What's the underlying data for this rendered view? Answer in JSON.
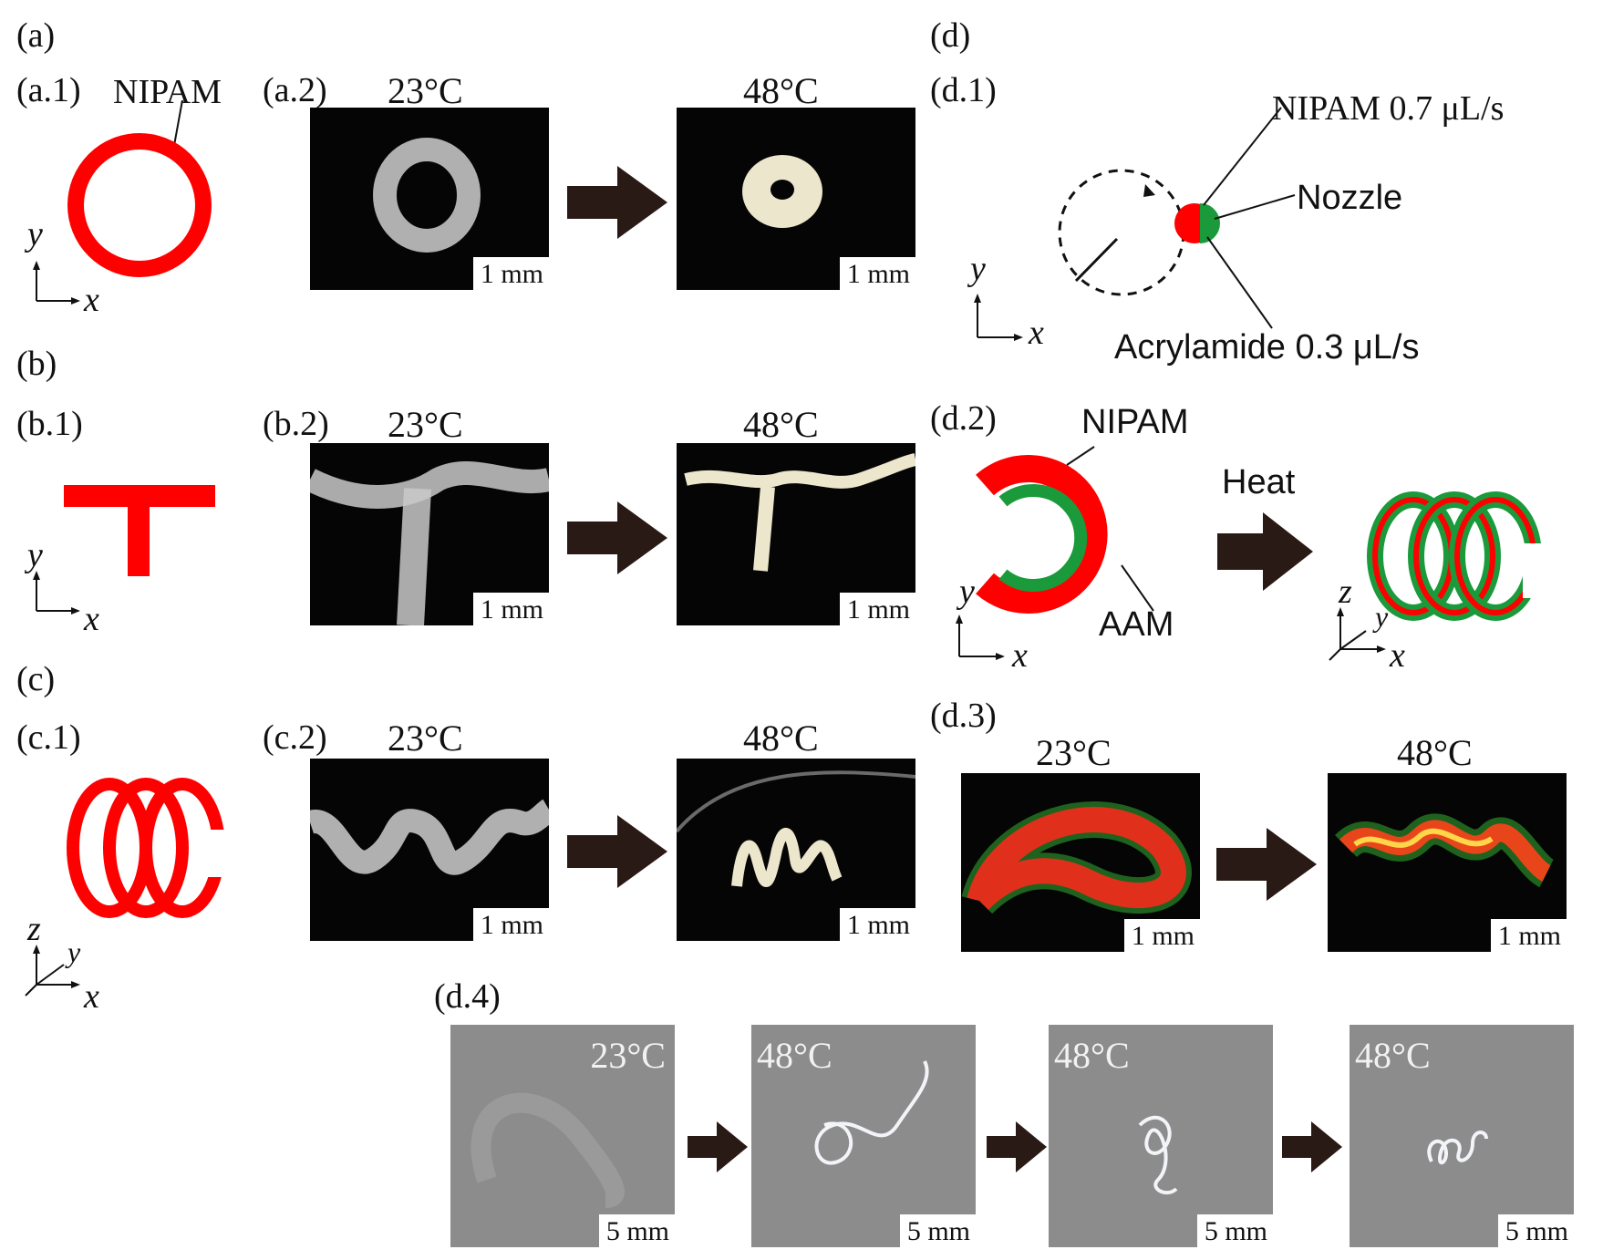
{
  "panels": {
    "a": {
      "label": "(a)",
      "sub1": "(a.1)",
      "sub2": "(a.2)",
      "material": "NIPAM",
      "temp_low": "23°C",
      "temp_high": "48°C",
      "scale": "1 mm"
    },
    "b": {
      "label": "(b)",
      "sub1": "(b.1)",
      "sub2": "(b.2)",
      "temp_low": "23°C",
      "temp_high": "48°C",
      "scale": "1 mm"
    },
    "c": {
      "label": "(c)",
      "sub1": "(c.1)",
      "sub2": "(c.2)",
      "temp_low": "23°C",
      "temp_high": "48°C",
      "scale": "1 mm"
    },
    "d": {
      "label": "(d)",
      "d1": {
        "label": "(d.1)",
        "nipam_rate": "NIPAM  0.7 μL/s",
        "nozzle": "Nozzle",
        "acrylamide_rate": "Acrylamide 0.3 μL/s"
      },
      "d2": {
        "label": "(d.2)",
        "nipam": "NIPAM",
        "aam": "AAM",
        "heat": "Heat"
      },
      "d3": {
        "label": "(d.3)",
        "temp_low": "23°C",
        "temp_high": "48°C",
        "scale": "1 mm"
      },
      "d4": {
        "label": "(d.4)",
        "temps": [
          "23°C",
          "48°C",
          "48°C",
          "48°C"
        ],
        "scale": "5 mm"
      }
    }
  },
  "axes": {
    "x": "x",
    "y": "y",
    "z": "z"
  },
  "colors": {
    "nipam": "#ff0000",
    "aam": "#1a9a3a",
    "arrow": "#2a1a16"
  }
}
